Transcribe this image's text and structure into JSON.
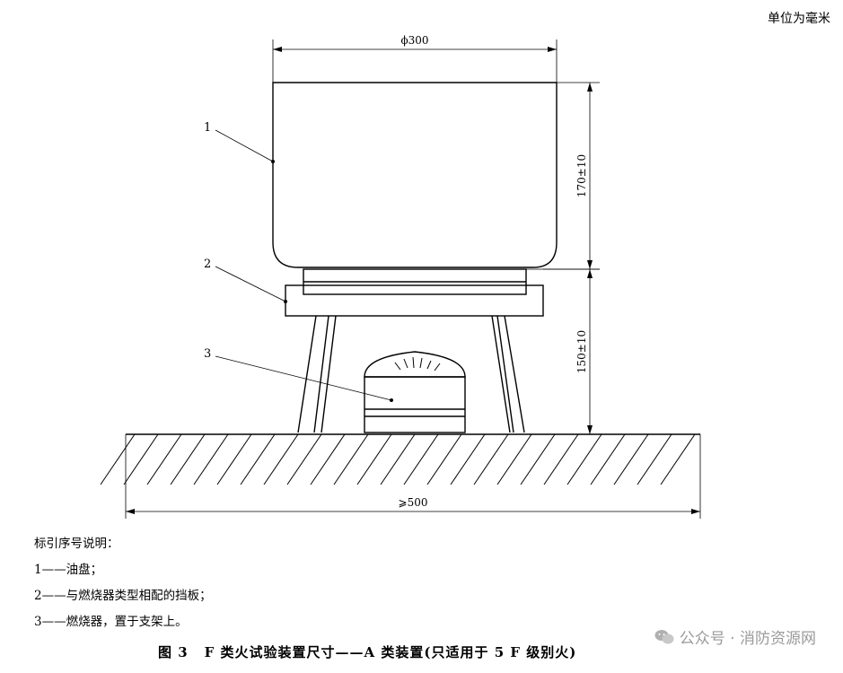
{
  "header": {
    "unit_note": "单位为毫米"
  },
  "dimensions": {
    "diameter": "ϕ300",
    "pan_height": "170±10",
    "stand_height": "150±10",
    "base_width": "⩾500"
  },
  "callouts": [
    "1",
    "2",
    "3"
  ],
  "legend": {
    "title": "标引序号说明：",
    "items": [
      "1——油盘；",
      "2——与燃烧器类型相配的挡板；",
      "3——燃烧器，置于支架上。"
    ]
  },
  "caption": {
    "figure_no": "图 3",
    "text": "F 类火试验装置尺寸——A 类装置(只适用于 5 F 级别火)"
  },
  "watermark": {
    "text": "公众号 · 消防资源网",
    "icon": "wechat-icon"
  }
}
